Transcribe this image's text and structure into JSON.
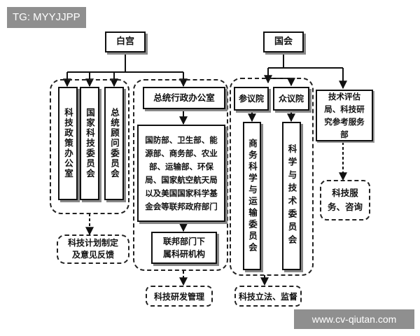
{
  "watermark_top": "TG: MYYJJPP",
  "watermark_bottom": "www.cv-qiutan.com",
  "nodes": {
    "white_house": "白宫",
    "congress": "国会",
    "ostp": "科技政策办公室",
    "nstc": "国家科技委员会",
    "pcast": "总统顾问委员会",
    "eop": "总统行政办公室",
    "agencies": "国防部、卫生部、能源部、商务部、农业部、运输部、环保局、国家航空航天局以及美国国家科学基金会等联邦政府部门",
    "fed_labs": "联邦部门下属科研机构",
    "senate": "参议院",
    "house": "众议院",
    "senate_committee": "商务科学与运输委员会",
    "house_committee": "科学与技术委员会",
    "support_agencies": "技术评估局、科技研究参考服务部",
    "svc_consult": "科技服务、咨询",
    "plan_feedback": "科技计划制定及意见反馈",
    "rd_management": "科技研发管理",
    "legislation": "科技立法、监督"
  }
}
